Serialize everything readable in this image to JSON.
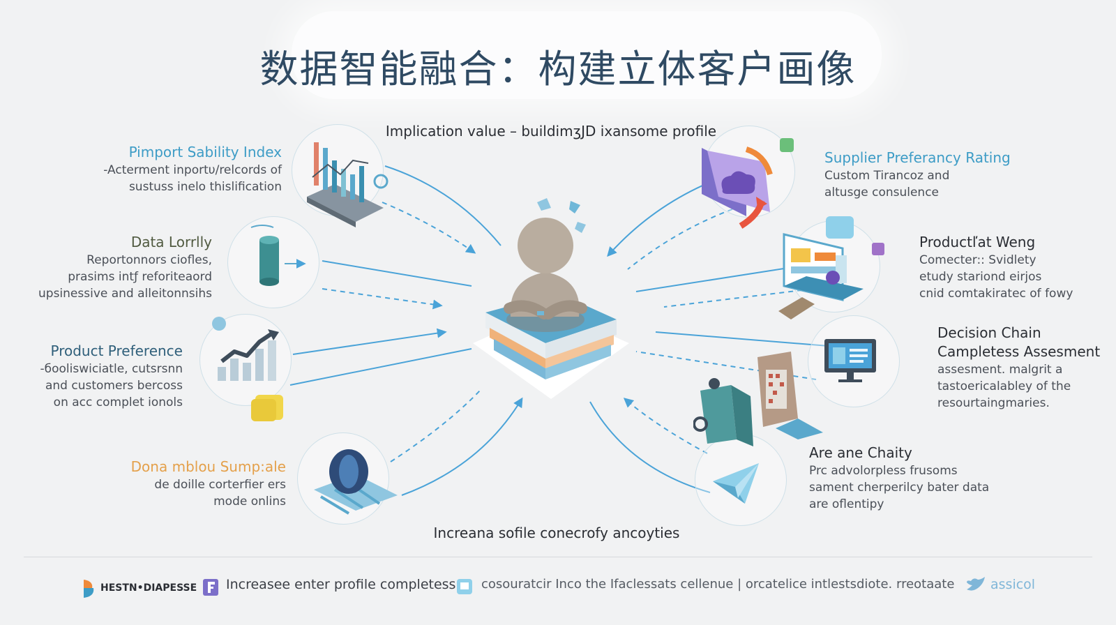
{
  "title": "数据智能融合：构建立体客户画像",
  "caption_top": "Implication value – buildimʒJD ixansome profile",
  "caption_bottom": "Increana sofile conecrofy ancoyties",
  "left_nodes": [
    {
      "title": "Pimport Sability Index",
      "lines": [
        "-Acterment inportυ/relcords of",
        "sustuss inelo thislification"
      ],
      "color": "#3d9cc6"
    },
    {
      "title": "Data Lorrlly",
      "lines": [
        "Reportonnors ciofles,",
        "prasims intƒ reforiteaord",
        "upsinessive and alleitonnsihs"
      ],
      "color": "#505a40"
    },
    {
      "title": "Product Preference",
      "lines": [
        "-бooliswiciatle, cutsrsnn",
        "and customers bercoss",
        "on acc complet ionols"
      ],
      "color": "#2f5f7a"
    },
    {
      "title": "Dona mblou Sump:ale",
      "lines": [
        "de doille corterfier ers",
        "mode onlins"
      ],
      "color": "#e4a04a"
    }
  ],
  "right_nodes": [
    {
      "title": "Supplier Preferancy Rating",
      "lines": [
        "Custom Tirancoz and",
        "altusge consulence"
      ],
      "color": "#3d9cc6"
    },
    {
      "title": "Productľat Weng",
      "lines": [
        "Comecter:: Svidlety",
        "etudy stariond eirjos",
        "cnid comtakiratec of fowy"
      ],
      "color": "#2a2d33"
    },
    {
      "title": "Decision Chain",
      "title2": "Campletess Assesment",
      "lines": [
        "assesment. malgrit a",
        "tastoericalabley of the",
        "resourtaingmaries."
      ],
      "color": "#2a2d33"
    },
    {
      "title": "Are ane Chaity",
      "lines": [
        "Prc advolorpless frusoms",
        "sament cherperilcy bater data",
        "are oflentipy"
      ],
      "color": "#2a2d33"
    }
  ],
  "footer": {
    "brand": "HESTN•DIAPESSE",
    "item1": "Increasee enter profile completess",
    "item2": "cosouratcir Inco the Ifaclessats cellenue | orcatelice intlestsdiote. rreotaate",
    "item3": "assicol"
  },
  "colors": {
    "accent": "#4aa3d8",
    "title": "#2f4a63"
  }
}
